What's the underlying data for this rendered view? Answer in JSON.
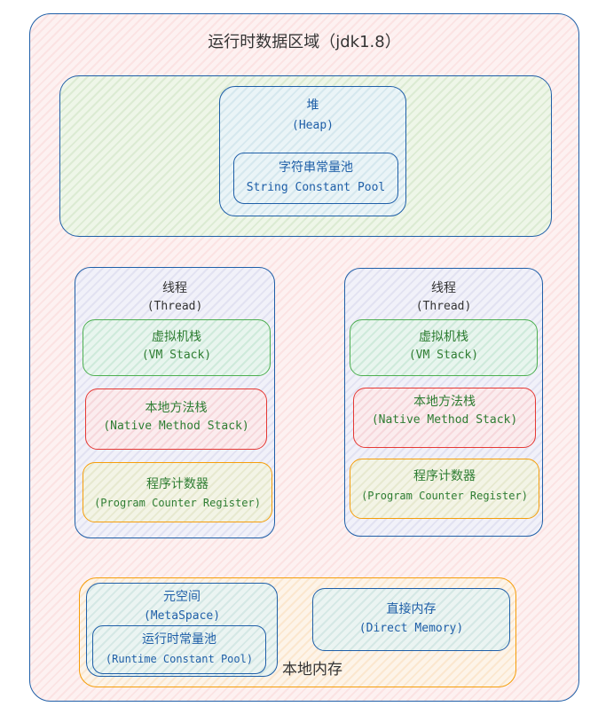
{
  "title": "运行时数据区域（jdk1.8）",
  "heap": {
    "cn": "堆",
    "en": "(Heap)"
  },
  "string_pool": {
    "cn": "字符串常量池",
    "en": "String Constant Pool"
  },
  "threads": [
    {
      "cn": "线程",
      "en": "(Thread)",
      "vm_stack": {
        "cn": "虚拟机栈",
        "en": "(VM Stack)"
      },
      "native_stack": {
        "cn": "本地方法栈",
        "en": "(Native Method Stack)"
      },
      "pc_register": {
        "cn": "程序计数器",
        "en": "(Program Counter Register)"
      }
    },
    {
      "cn": "线程",
      "en": "(Thread)",
      "vm_stack": {
        "cn": "虚拟机栈",
        "en": "(VM Stack)"
      },
      "native_stack": {
        "cn": "本地方法栈",
        "en": "(Native Method Stack)"
      },
      "pc_register": {
        "cn": "程序计数器",
        "en": "(Program Counter Register)"
      }
    }
  ],
  "native_memory": {
    "label": "本地内存",
    "metaspace": {
      "cn": "元空间",
      "en": "(MetaSpace)"
    },
    "runtime_pool": {
      "cn": "运行时常量池",
      "en": "(Runtime Constant Pool)"
    },
    "direct_memory": {
      "cn": "直接内存",
      "en": "(Direct Memory)"
    }
  },
  "colors": {
    "outer_border": "#1f5fa8",
    "thread_border": "#1f5fa8",
    "vm_stack_border": "#4caf50",
    "native_stack_border": "#e53935",
    "pc_register_border": "#f59e0b",
    "native_memory_border": "#f59e0b"
  }
}
